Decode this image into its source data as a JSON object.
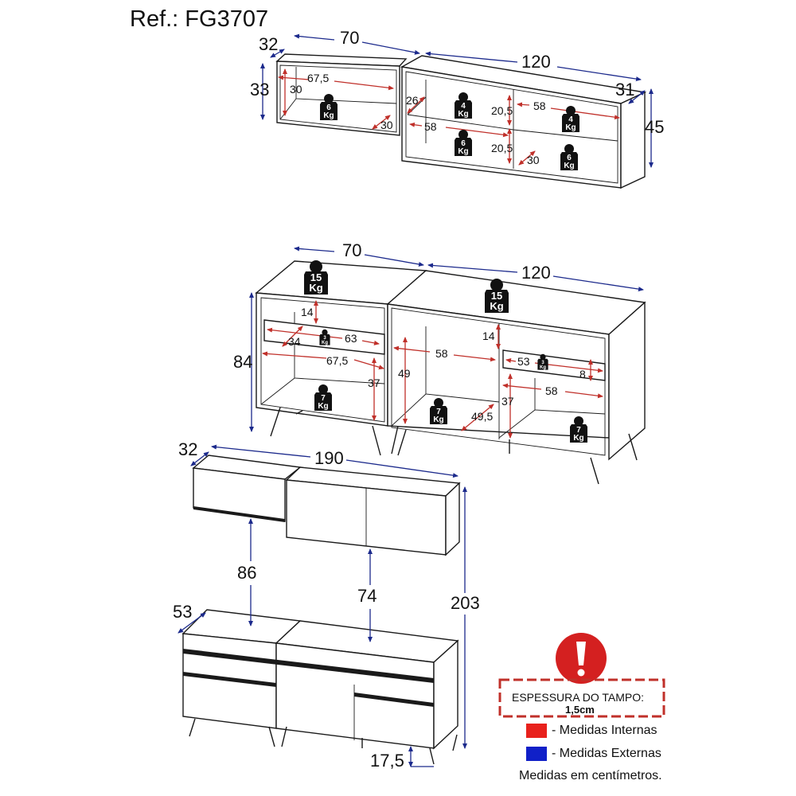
{
  "title": "Ref.: FG3707",
  "upper_cabinets_open": {
    "external": {
      "depth": "32",
      "width_left": "70",
      "width_right": "120",
      "height_left": "33",
      "height_right": "45",
      "depth_right": "31"
    },
    "internal": {
      "left_width": "67,5",
      "left_height": "30",
      "left_depth": "30",
      "right_depth_top": "26",
      "right_shelf_height_top": "20,5",
      "right_shelf_height_bottom": "20,5",
      "right_width_left": "58",
      "right_width_right": "58",
      "right_depth_bottom": "30"
    },
    "weights": [
      {
        "value": "6",
        "unit": "Kg"
      },
      {
        "value": "4",
        "unit": "Kg"
      },
      {
        "value": "6",
        "unit": "Kg"
      },
      {
        "value": "4",
        "unit": "Kg"
      },
      {
        "value": "6",
        "unit": "Kg"
      }
    ]
  },
  "lower_cabinets_open": {
    "external": {
      "width_left": "70",
      "width_right": "120",
      "height": "84"
    },
    "internal": {
      "left_top_gap": "14",
      "left_drawer_depth": "34",
      "left_drawer_width": "63",
      "left_width": "67,5",
      "left_lower_height": "37",
      "mid_height": "49",
      "mid_width": "58",
      "mid_depth": "49,5",
      "right_top_gap": "14",
      "right_drawer_width": "53",
      "right_drawer_height": "8",
      "right_width": "58",
      "right_lower_height": "37"
    },
    "weights": [
      {
        "value": "15",
        "unit": "Kg"
      },
      {
        "value": "15",
        "unit": "Kg"
      },
      {
        "value": "3",
        "unit": "Kg"
      },
      {
        "value": "7",
        "unit": "Kg"
      },
      {
        "value": "7",
        "unit": "Kg"
      },
      {
        "value": "3",
        "unit": "Kg"
      },
      {
        "value": "7",
        "unit": "Kg"
      }
    ]
  },
  "assembled": {
    "upper_depth": "32",
    "total_width": "190",
    "gap_left": "86",
    "gap_right": "74",
    "total_height": "203",
    "lower_depth": "53",
    "foot_height": "17,5"
  },
  "notice": {
    "title": "ESPESSURA DO TAMPO:",
    "value": "1,5cm",
    "legend": [
      {
        "color": "#e8211c",
        "label": "- Medidas Internas"
      },
      {
        "color": "#1020c8",
        "label": "- Medidas Externas"
      }
    ],
    "footnote": "Medidas em centímetros."
  },
  "colors": {
    "external": "#1c2a8c",
    "internal": "#c0302a",
    "alert": "#d42020"
  }
}
